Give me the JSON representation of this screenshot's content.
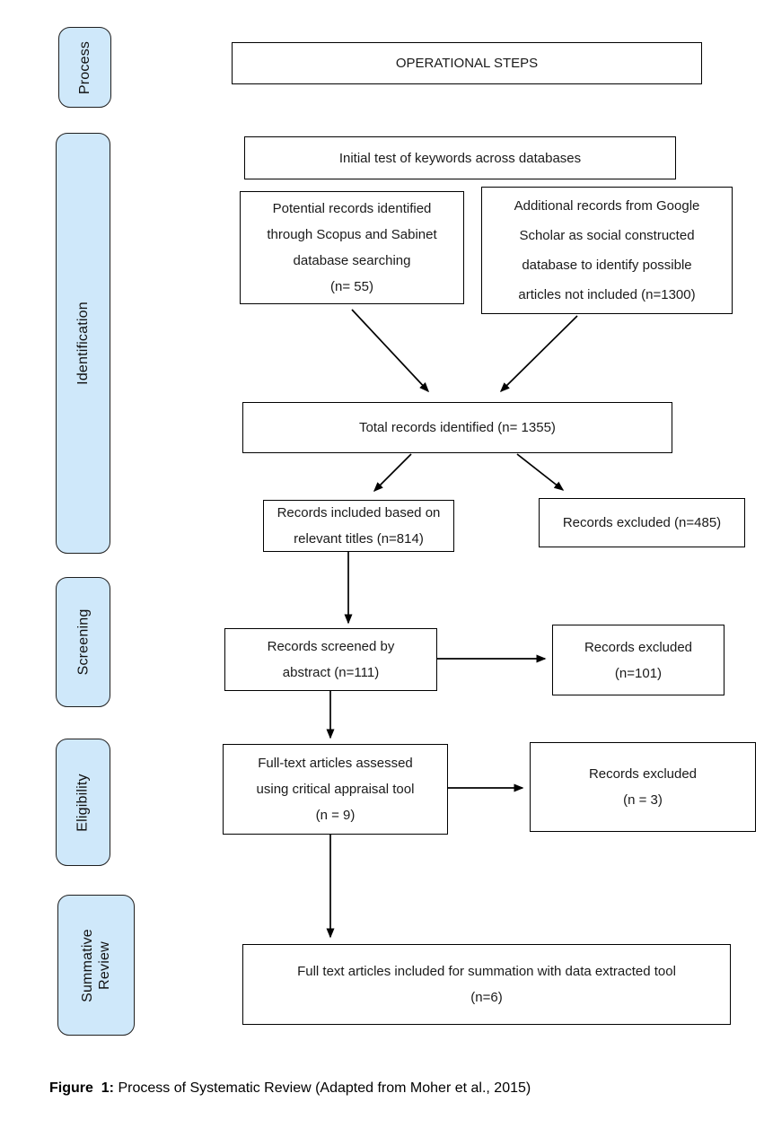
{
  "diagram": {
    "stages": [
      {
        "label": "Process"
      },
      {
        "label": "Identification"
      },
      {
        "label": "Screening"
      },
      {
        "label": "Eligibility"
      },
      {
        "label": "Summative\nReview"
      }
    ],
    "boxes": {
      "operational_steps": "OPERATIONAL STEPS",
      "initial_test": "Initial test of keywords across databases",
      "scopus_sabinet": "Potential records identified\nthrough Scopus and Sabinet\ndatabase searching\n(n= 55)",
      "google_scholar": "Additional records from Google\nScholar as social constructed\ndatabase to identify possible\narticles not included (n=1300)",
      "total_records": "Total records identified (n= 1355)",
      "included_titles": "Records included based on\nrelevant titles (n=814)",
      "excluded_titles": "Records excluded (n=485)",
      "screened_abstract": "Records screened by\nabstract (n=111)",
      "excluded_abstract": "Records excluded\n(n=101)",
      "fulltext_assessed": "Full-text articles assessed\nusing critical appraisal tool\n(n = 9)",
      "excluded_fulltext": "Records excluded\n(n = 3)",
      "included_summation": "Full text articles included for summation with data extracted tool\n(n=6)"
    }
  },
  "caption": {
    "prefix": "Figure  1:",
    "text": " Process of Systematic Review (Adapted from Moher et al., 2015)"
  },
  "colors": {
    "stage_fill": "#cfe8fa",
    "stage_border": "#1f1f1f",
    "box_border": "#000000",
    "arrow": "#000000"
  }
}
